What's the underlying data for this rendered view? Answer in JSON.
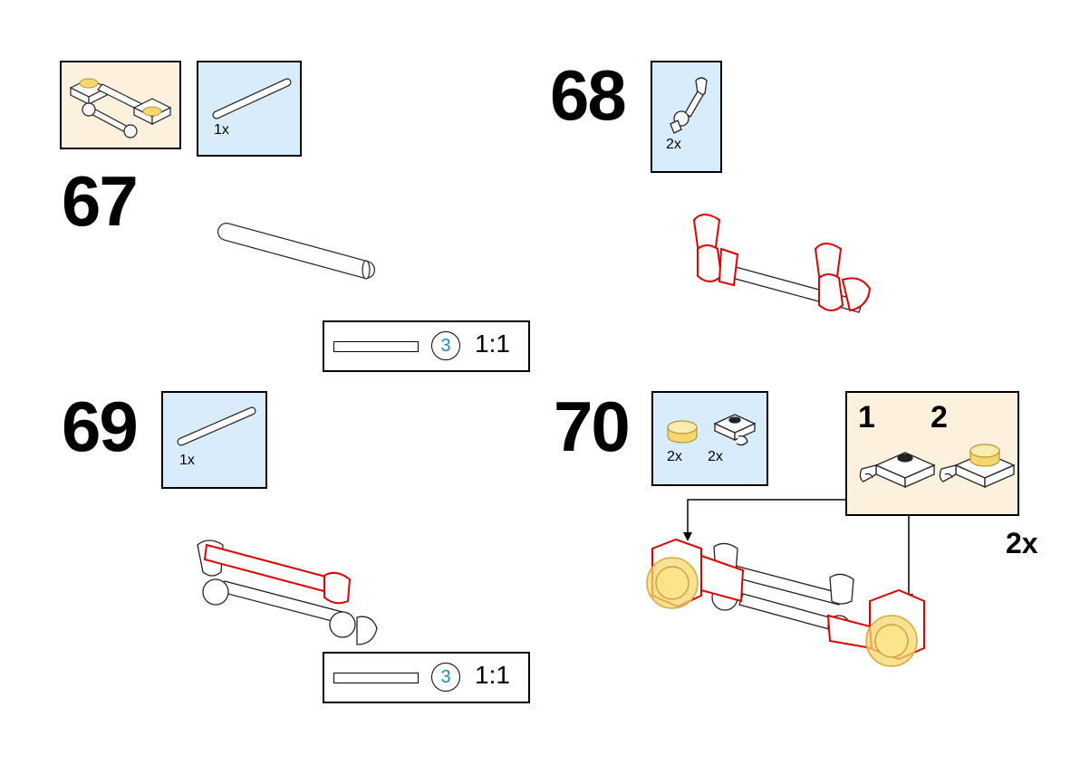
{
  "steps": {
    "s67": {
      "number": "67",
      "part_qty": "1x",
      "scale_callout": "3",
      "scale_ratio": "1:1"
    },
    "s68": {
      "number": "68",
      "part_qty": "2x"
    },
    "s69": {
      "number": "69",
      "part_qty": "1x",
      "scale_callout": "3",
      "scale_ratio": "1:1"
    },
    "s70": {
      "number": "70",
      "part_qty_1": "2x",
      "part_qty_2": "2x",
      "sub_step_1": "1",
      "sub_step_2": "2",
      "multiplier": "2x"
    }
  },
  "colors": {
    "parts_bg": "#d9ecfb",
    "subassembly_bg": "#fcf1dc",
    "highlight": "#e00000",
    "trans_yellow": "#f5d76e"
  },
  "icons": [
    "bar-part-icon",
    "clip-arm-part-icon",
    "round-tile-part-icon",
    "clip-plate-part-icon"
  ]
}
